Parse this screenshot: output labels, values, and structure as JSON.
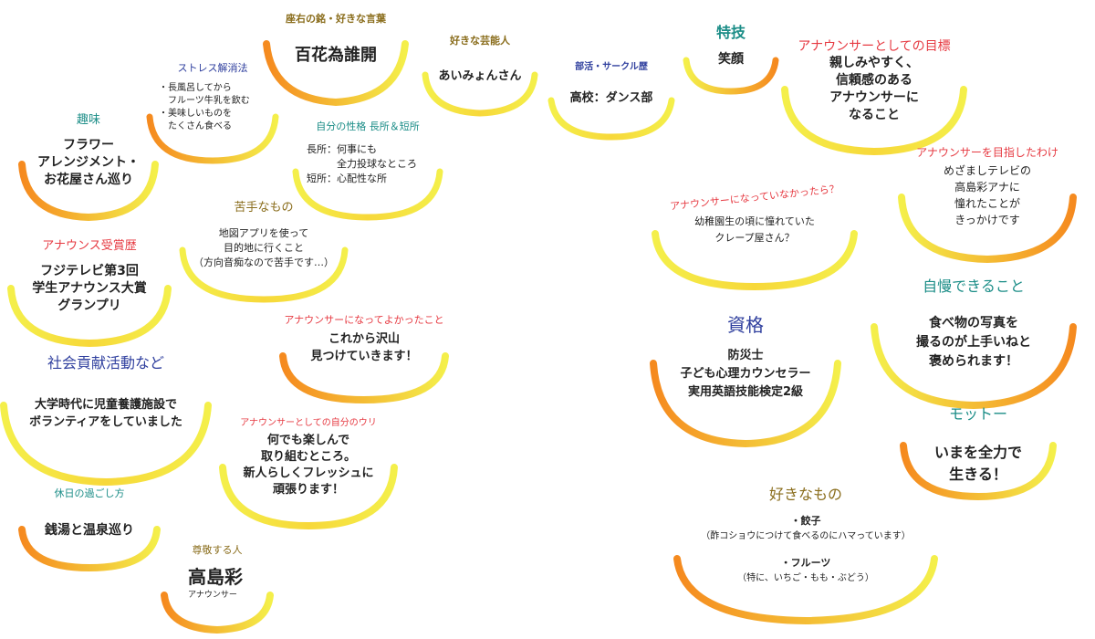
{
  "colors": {
    "teal": "#1b8d87",
    "red": "#e63a42",
    "navy": "#2f3f9e",
    "olive": "#8a6d1c",
    "arc_yellow": "#f4ef4a",
    "arc_orange": "#f58a1f"
  },
  "cards": {
    "motto": {
      "title": "座右の銘・好きな言葉",
      "body": "百花為誰開"
    },
    "geinin": {
      "title": "好きな芸能人",
      "body": "あいみょんさん"
    },
    "bukatsu": {
      "title": "部活・サークル歴",
      "body": "高校：ダンス部"
    },
    "tokugi": {
      "title": "特技",
      "body": "笑顔"
    },
    "goal": {
      "title": "アナウンサーとしての目標",
      "body": "親しみやすく、\n信頼感のある\nアナウンサーに\nなること"
    },
    "stress": {
      "title": "ストレス解消法",
      "body": "・長風呂してから\n　フルーツ牛乳を飲む\n・美味しいものを\n　たくさん食べる"
    },
    "hobby": {
      "title": "趣味",
      "body": "フラワー\nアレンジメント・\nお花屋さん巡り"
    },
    "personality": {
      "title": "自分の性格 長所＆短所",
      "body": "長所：何事にも\n　　　全力投球なところ\n短所：心配性な所"
    },
    "weak": {
      "title": "苦手なもの",
      "body": "地図アプリを使って\n目的地に行くこと\n（方向音痴なので苦手です…）"
    },
    "award": {
      "title": "アナウンス受賞歴",
      "body": "フジテレビ第3回\n学生アナウンス大賞\nグランプリ"
    },
    "glad": {
      "title": "アナウンサーになってよかったこと",
      "body": "これから沢山\n見つけていきます！"
    },
    "social": {
      "title": "社会貢献活動など",
      "body": "大学時代に児童養護施設で\nボランティアをしていました"
    },
    "selling": {
      "title": "アナウンサーとしての自分のウリ",
      "body": "何でも楽しんで\n取り組むところ。\n新人らしくフレッシュに\n頑張ります！"
    },
    "holiday": {
      "title": "休日の過ごし方",
      "body": "銭湯と温泉巡り"
    },
    "respect": {
      "title": "尊敬する人",
      "name": "高島彩",
      "role": "アナウンサー"
    },
    "ifnot": {
      "title": "アナウンサーになっていなかったら？",
      "body": "幼稚園生の頃に憧れていた\nクレープ屋さん？"
    },
    "why": {
      "title": "アナウンサーを目指したわけ",
      "body": "めざましテレビの\n高島彩アナに\n憧れたことが\nきっかけです"
    },
    "proud": {
      "title": "自慢できること",
      "body": "食べ物の写真を\n撮るのが上手いねと\n褒められます！"
    },
    "license": {
      "title": "資格",
      "body": "防災士\n子ども心理カウンセラー\n実用英語技能検定2級"
    },
    "mottoo": {
      "title": "モットー",
      "body": "いまを全力で\n生きる！"
    },
    "favorite": {
      "title": "好きなもの",
      "item1": "・餃子",
      "note1": "（酢コショウにつけて食べるのにハマっています）",
      "item2": "・フルーツ",
      "note2": "（特に、いちご・もも・ぶどう）"
    }
  }
}
